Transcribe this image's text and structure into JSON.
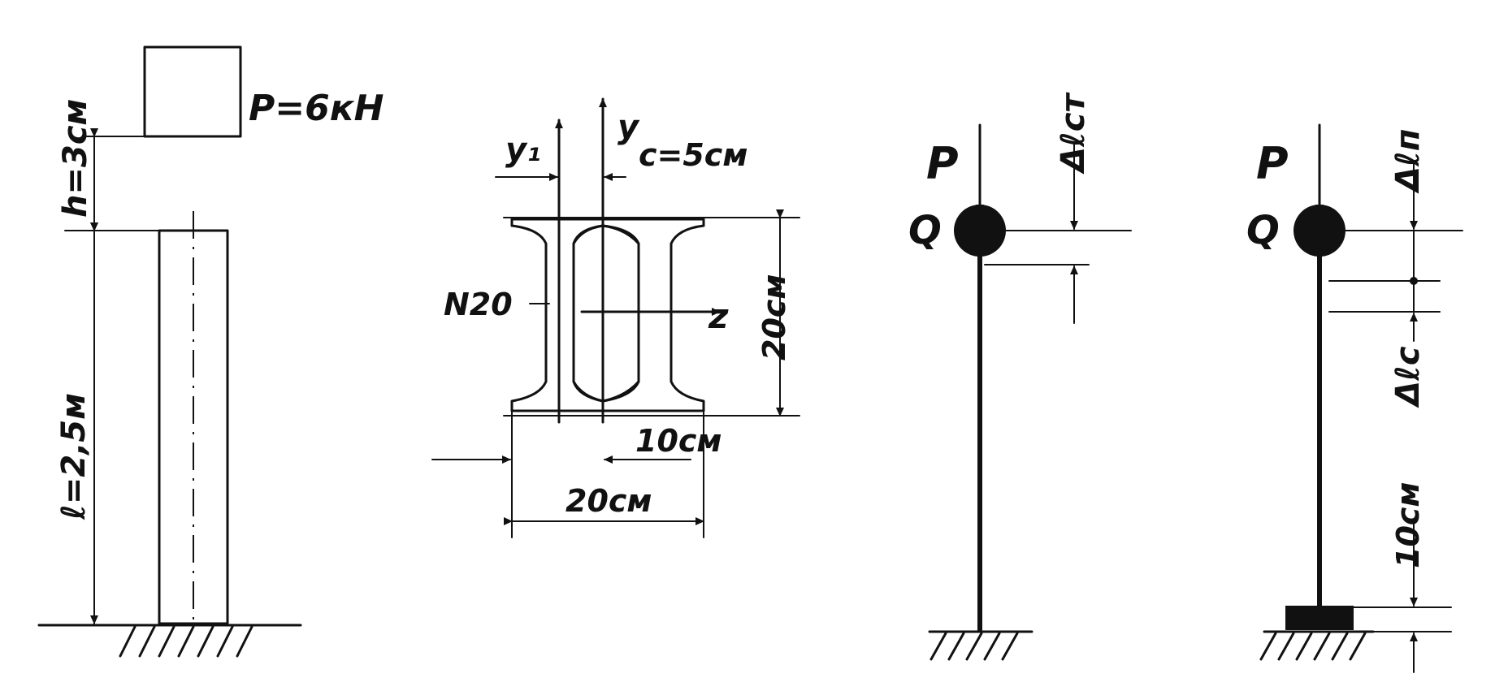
{
  "figure1": {
    "load_label": "P=6кН",
    "height_label": "h=3см",
    "length_label": "ℓ=2,5м"
  },
  "figure2": {
    "y1_label": "y₁",
    "y_label": "y",
    "c_label": "c=5см",
    "beam_label": "N20",
    "z_label": "z",
    "height_label": "20см",
    "offset_label": "10см",
    "width_label": "20см"
  },
  "figure3": {
    "force_label": "P",
    "mass_label": "Q",
    "deflection_label": "Δℓст"
  },
  "figure4": {
    "force_label": "P",
    "mass_label": "Q",
    "deflection_top_label": "Δℓп",
    "deflection_bottom_label": "Δℓс",
    "gap_label": "10см"
  }
}
